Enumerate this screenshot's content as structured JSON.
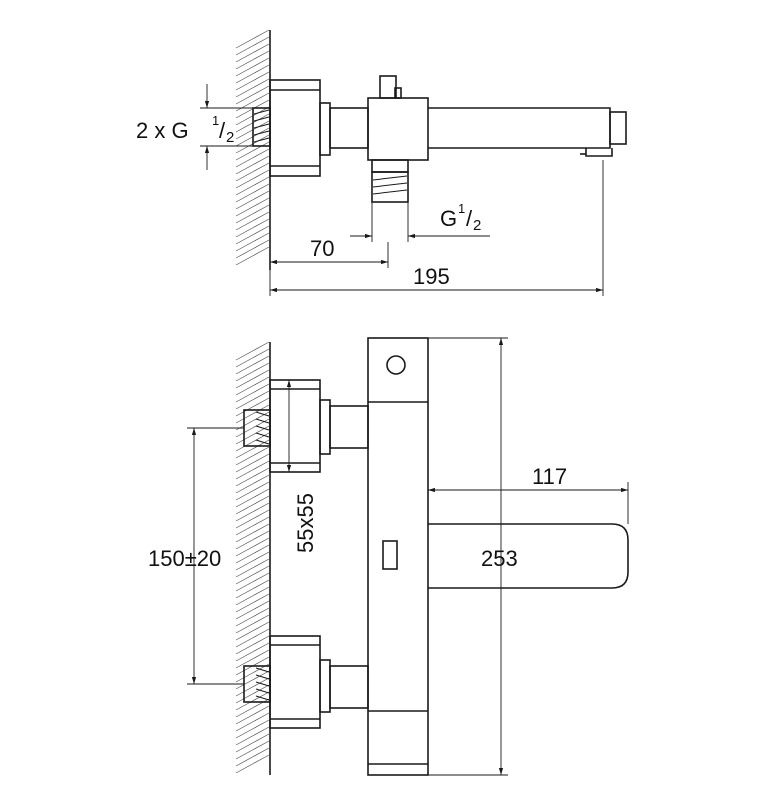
{
  "top_view": {
    "thread_qty_label": "2 x G",
    "thread_sup": "1",
    "thread_sub": "2",
    "outlet_thread_label": "G",
    "outlet_thread_sup": "1",
    "outlet_thread_sub": "2",
    "dim_70": "70",
    "dim_195": "195"
  },
  "front_view": {
    "dim_centers": "150±20",
    "dim_escutcheon": "55x55",
    "dim_spout": "117",
    "dim_height": "253"
  }
}
